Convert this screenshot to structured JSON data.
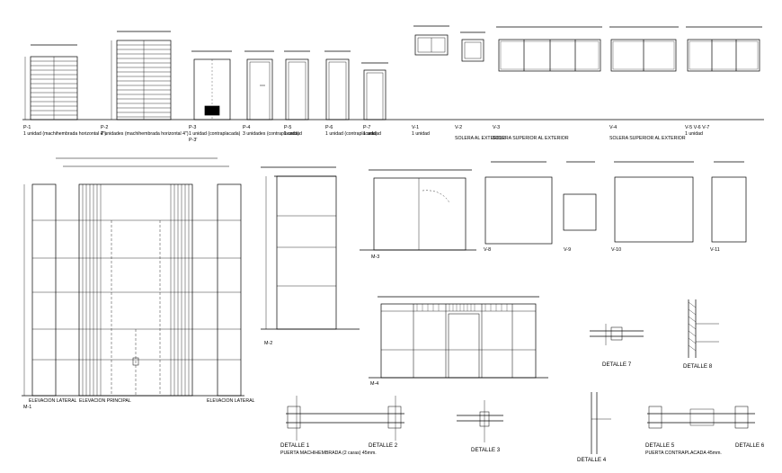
{
  "drawing": {
    "title": "Carpentry elevations and details",
    "doors_top": [
      {
        "tag": "P-1",
        "line1": "1 unidad (machihembrada horizontal 4\")"
      },
      {
        "tag": "P-2",
        "line1": "2 unidades (machihembrada horizontal 4\")"
      },
      {
        "tag": "P-3",
        "line1": "1 unidad (contraplacada)"
      },
      {
        "tag": "P-4",
        "line1": "3 unidades (contraplacada)"
      },
      {
        "tag": "P-5",
        "line1": "1 unidad"
      },
      {
        "tag": "P-6",
        "line1": "1 unidad (contraplacada)"
      },
      {
        "tag": "P-7",
        "line1": "1 unidad"
      }
    ],
    "p3_sub": "P-3'",
    "windows_top": [
      {
        "tag": "V-1",
        "line1": "1 unidad"
      },
      {
        "tag": "V-2",
        "line1": "SOLERA AL EXTERIOR"
      },
      {
        "tag": "V-3",
        "line1": "SOLERA SUPERIOR AL EXTERIOR"
      },
      {
        "tag": "V-4",
        "line1": "SOLERA SUPERIOR AL EXTERIOR"
      },
      {
        "tag": "V-5  V-6  V-7",
        "line1": "1 unidad"
      }
    ],
    "elevation_labels": {
      "left": "ELEVACION LATERAL",
      "center": "ELEVACION PRINCIPAL",
      "right": "ELEVACION LATERAL",
      "m1_tag": "M-1",
      "m2_tag": "M-2",
      "m3_tag": "M-3",
      "m4_tag": "M-4"
    },
    "windows_mid": [
      {
        "tag": "V-8"
      },
      {
        "tag": "V-9"
      },
      {
        "tag": "V-10"
      },
      {
        "tag": "V-11"
      }
    ],
    "details": {
      "d1": "DETALLE 1",
      "d2": "DETALLE 2",
      "d3": "DETALLE 3",
      "d4": "DETALLE 4",
      "d5": "DETALLE 5",
      "d6": "DETALLE 6",
      "d7": "DETALLE 7",
      "d8": "DETALLE 8",
      "caption_machihembrada": "PUERTA MACHIHEMBRADA (2 caras) 45mm.",
      "caption_contraplacada": "PUERTA CONTRAPLACADA 45mm."
    }
  }
}
